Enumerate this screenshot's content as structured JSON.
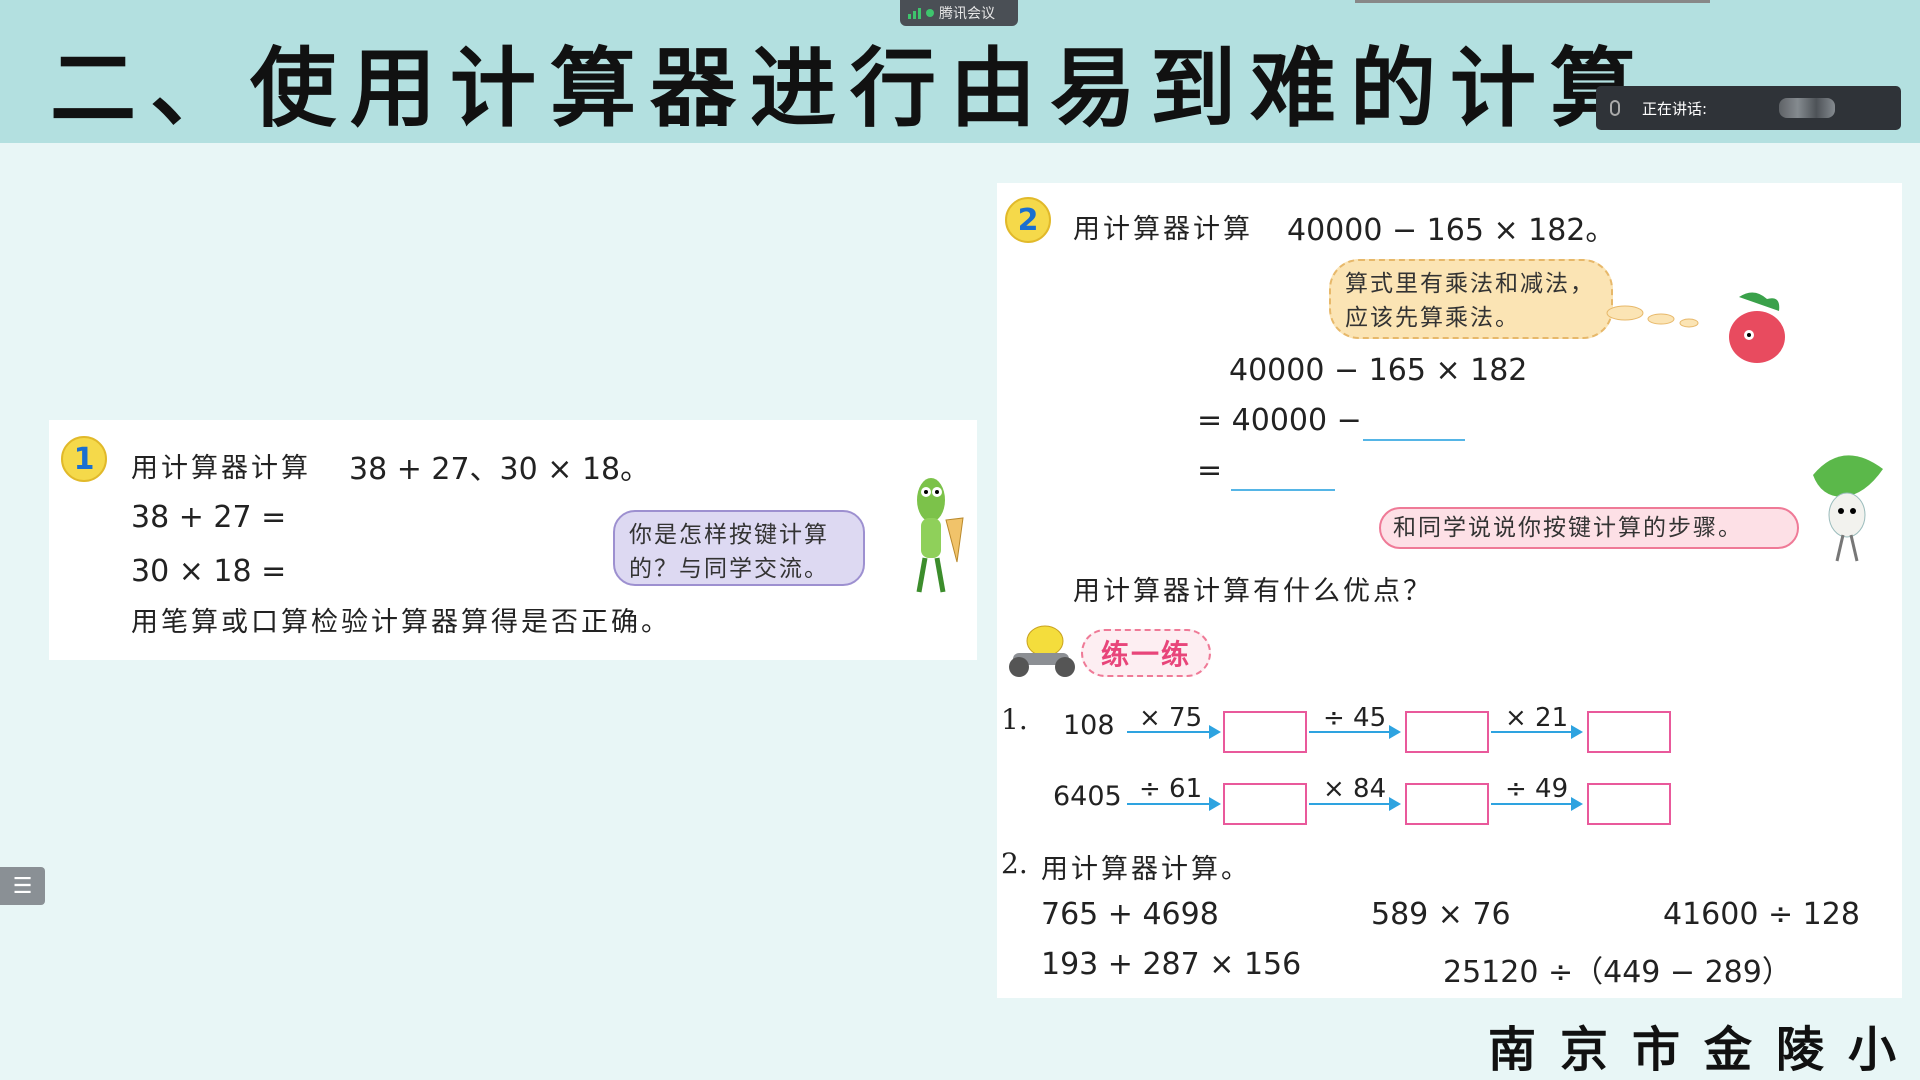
{
  "header": {
    "title": "二、使用计算器进行由易到难的计算",
    "meeting_app": "腾讯会议",
    "speaking_label": "正在讲话:"
  },
  "example1": {
    "badge": "1",
    "prompt": "用计算器计算",
    "expr": "38 + 27、30 × 18。",
    "line1": "38 + 27 =",
    "line2": "30 × 18 =",
    "bubble": [
      "你是怎样按键计算",
      "的？与同学交流。"
    ],
    "check": "用笔算或口算检验计算器算得是否正确。"
  },
  "example2": {
    "badge": "2",
    "prompt": "用计算器计算",
    "expr": "40000 − 165 × 182。",
    "thought": [
      "算式里有乘法和减法，",
      "应该先算乘法。"
    ],
    "step1": "40000 − 165 × 182",
    "step2": "= 40000 −",
    "step3": "=",
    "bubble2": "和同学说说你按键计算的步骤。",
    "question": "用计算器计算有什么优点？",
    "practice_label": "练一练"
  },
  "practice": {
    "q1_num": "1.",
    "row1": {
      "start": "108",
      "ops": [
        "× 75",
        "÷ 45",
        "× 21"
      ]
    },
    "row2": {
      "start": "6405",
      "ops": [
        "÷ 61",
        "× 84",
        "÷ 49"
      ]
    },
    "q2_num": "2.",
    "q2_text": "用计算器计算。",
    "exprs": [
      "765 + 4698",
      "589 × 76",
      "41600 ÷ 128",
      "193 + 287 × 156",
      "25120 ÷（449 − 289）"
    ]
  },
  "footer": {
    "school": "南京市金陵小学"
  }
}
